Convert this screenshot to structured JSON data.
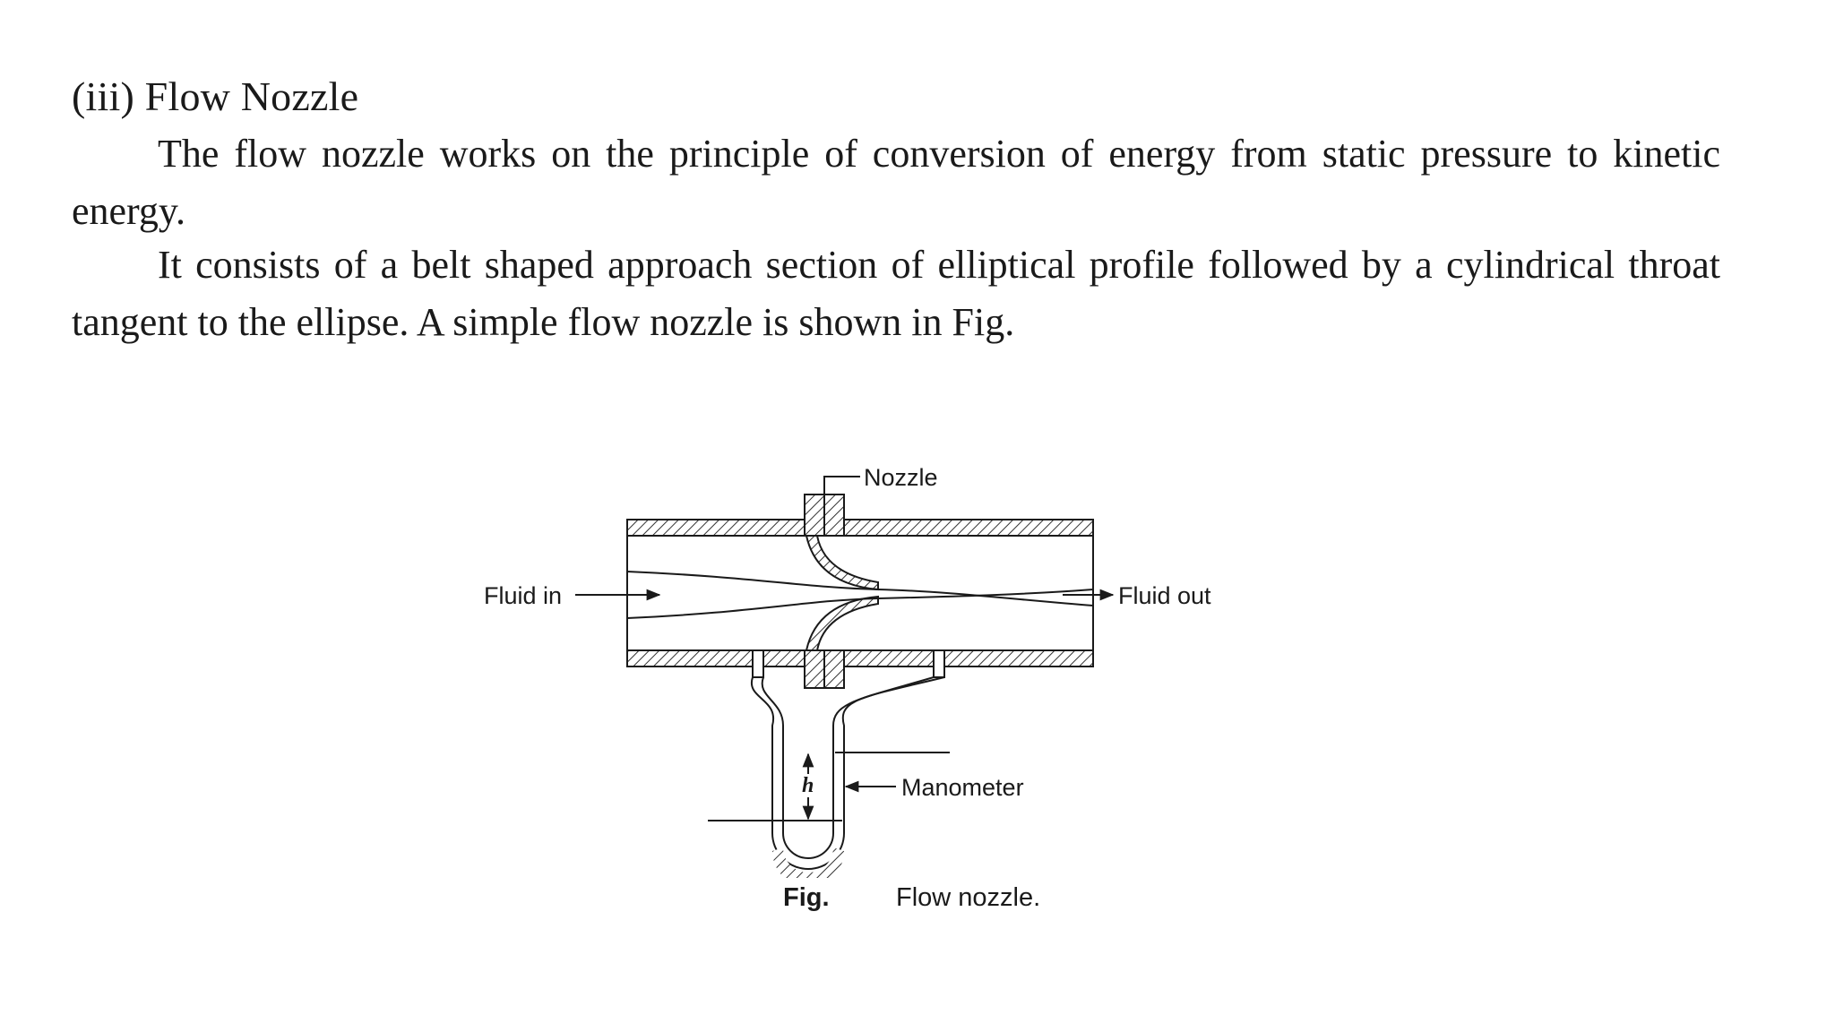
{
  "heading": "(iii) Flow Nozzle",
  "paragraphs": [
    "The flow nozzle works on the principle of conversion of energy from static pressure to kinetic energy.",
    "It consists of a belt shaped approach section of elliptical profile followed by a cylindrical throat tangent to the ellipse. A simple flow nozzle is shown in Fig."
  ],
  "figure": {
    "labels": {
      "nozzle": "Nozzle",
      "fluid_in": "Fluid in",
      "fluid_out": "Fluid out",
      "manometer": "Manometer",
      "h": "h"
    },
    "caption_label": "Fig.",
    "caption_text": "Flow nozzle."
  }
}
